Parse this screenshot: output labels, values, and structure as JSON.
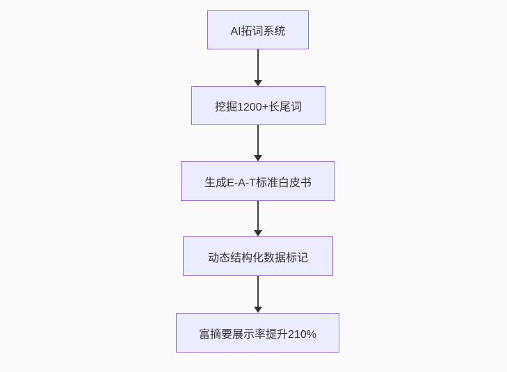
{
  "flowchart": {
    "type": "vertical-flowchart",
    "nodes": [
      {
        "id": "A",
        "label": "AI拓词系统"
      },
      {
        "id": "B",
        "label": "挖掘1200+长尾词"
      },
      {
        "id": "C",
        "label": "生成E-A-T标准白皮书"
      },
      {
        "id": "D",
        "label": "动态结构化数据标记"
      },
      {
        "id": "E",
        "label": "富摘要展示率提升210%"
      }
    ],
    "edges": [
      {
        "from": "A",
        "to": "B"
      },
      {
        "from": "B",
        "to": "C"
      },
      {
        "from": "C",
        "to": "D"
      },
      {
        "from": "D",
        "to": "E"
      }
    ],
    "colors": {
      "background": "#fafafa",
      "node_fill": "#ECECFF",
      "node_border": "#9370DB",
      "edge_line": "#404040",
      "arrow_head": "#333333",
      "text": "#333333"
    }
  }
}
